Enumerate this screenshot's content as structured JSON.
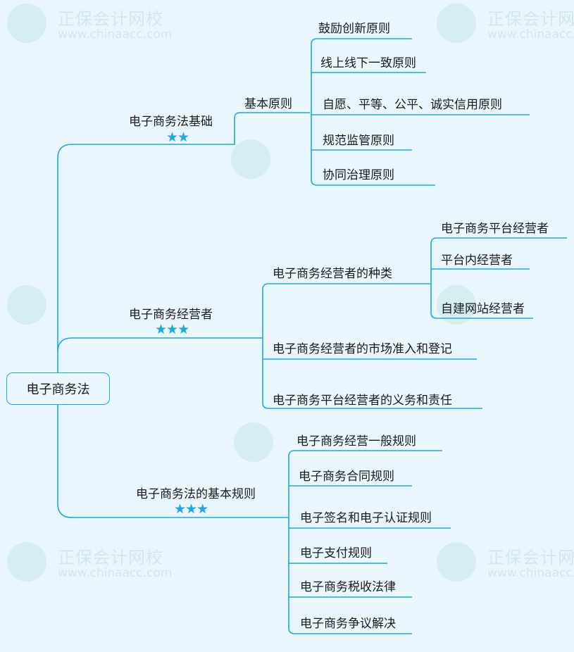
{
  "watermark": {
    "name": "正保会计网校",
    "url": "www.chinaacc.com"
  },
  "root": "电子商务法",
  "branches": [
    {
      "label": "电子商务法基础",
      "stars": "★★",
      "sub": {
        "label": "基本原则",
        "items": [
          "鼓励创新原则",
          "线上线下一致原则",
          "自愿、平等、公平、诚实信用原则",
          "规范监管原则",
          "协同治理原则"
        ]
      }
    },
    {
      "label": "电子商务经营者",
      "stars": "★★★",
      "items": [
        {
          "label": "电子商务经营者的种类",
          "items": [
            "电子商务平台经营者",
            "平台内经营者",
            "自建网站经营者"
          ]
        },
        {
          "label": "电子商务经营者的市场准入和登记"
        },
        {
          "label": "电子商务平台经营者的义务和责任"
        }
      ]
    },
    {
      "label": "电子商务法的基本规则",
      "stars": "★★★",
      "items": [
        "电子商务经营一般规则",
        "电子商务合同规则",
        "电子签名和电子认证规则",
        "电子支付规则",
        "电子商务税收法律",
        "电子商务争议解决"
      ]
    }
  ],
  "colors": {
    "line": "#1ca8e3",
    "background": "#eaf6fd"
  }
}
